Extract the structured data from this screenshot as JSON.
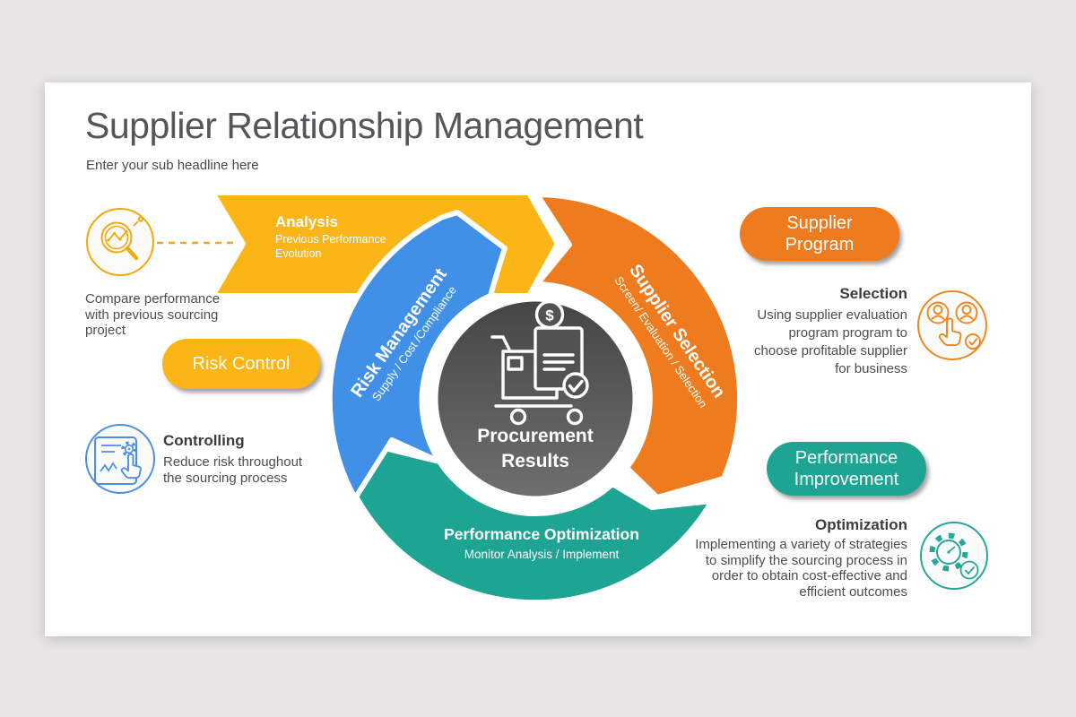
{
  "background_color": "#e7e5e6",
  "slide": {
    "title": "Supplier Relationship Management",
    "subtitle": "Enter your sub headline here"
  },
  "diagram": {
    "center": {
      "lines": [
        "Procurement",
        "Results"
      ],
      "icon": "procurement-cart-icon",
      "color_top": "#454545",
      "color_bottom": "#6f6f6f"
    },
    "segments": [
      {
        "label": "Analysis",
        "sublabel_lines": [
          "Previous Performance",
          "Evolution"
        ],
        "color": "#FBB517"
      },
      {
        "label": "Supplier Selection",
        "sublabel": "Screen/ Evaluation / Selection",
        "color": "#EE7B1E"
      },
      {
        "label": "Performance Optimization",
        "sublabel": "Monitor Analysis / Implement",
        "color": "#1EA493"
      },
      {
        "label": "Risk Management",
        "sublabel": "Supply / Cost /Compliance",
        "color": "#4190E8"
      }
    ]
  },
  "callouts": {
    "compare": {
      "icon": "magnifier-chart-icon",
      "text": "Compare performance\nwith previous sourcing\nproject"
    },
    "risk_control": {
      "label": "Risk Control",
      "color": "#FBB517"
    },
    "controlling": {
      "icon": "monitor-gear-hand-icon",
      "heading": "Controlling",
      "text": "Reduce risk throughout\nthe sourcing process"
    },
    "supplier_program": {
      "lines": [
        "Supplier",
        "Program"
      ],
      "color": "#EE7B1E"
    },
    "selection": {
      "icon": "users-pick-icon",
      "heading": "Selection",
      "text": "Using supplier evaluation\nprogram program to\nchoose profitable supplier\nfor business"
    },
    "performance_improvement": {
      "lines": [
        "Performance",
        "Improvement"
      ],
      "color": "#1EA493"
    },
    "optimization": {
      "icon": "gear-gauge-check-icon",
      "heading": "Optimization",
      "text": "Implementing a variety of strategies\nto simplify the sourcing process in\norder to obtain cost-effective and\nefficient outcomes"
    }
  }
}
